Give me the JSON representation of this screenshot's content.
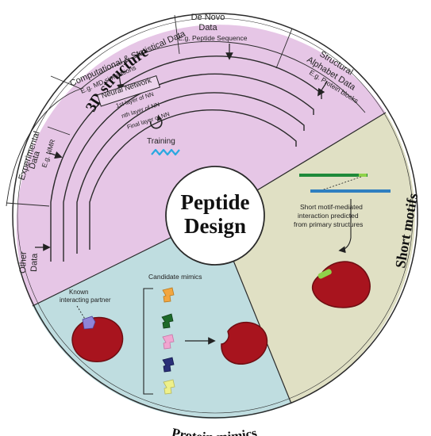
{
  "center": {
    "line1": "Peptide",
    "line2": "Design"
  },
  "sections": {
    "structure": "3D structure",
    "short_motifs": "Short motifs",
    "protein_mimics": "Protein mimics"
  },
  "structure_panels": {
    "computational": {
      "title": "Computational & Statistical Data",
      "example": "E.g. MD simulations"
    },
    "de_novo": {
      "title_line1": "De Novo",
      "title_line2": "Data",
      "example": "E.g. Peptide Sequence"
    },
    "structural_alphabet": {
      "title_line1": "Structural",
      "title_line2": "Alphabet Data",
      "example": "E.g. Protein blocks"
    },
    "experimental": {
      "title_line1": "Experimental",
      "title_line2": "Data",
      "example": "E.g. NMR"
    },
    "other": {
      "title_line1": "Other",
      "title_line2": "Data"
    }
  },
  "neural_network": {
    "box_label": "Neural Network",
    "layer_1": "1st layer of NN",
    "layer_n": "nth layer of NN",
    "layer_final": "Final layer of NN",
    "training": "Training"
  },
  "short_motifs": {
    "caption_line1": "Short motif-mediated",
    "caption_line2": "interaction predicted",
    "caption_line3": "from primary structures"
  },
  "protein_mimics": {
    "candidates_label": "Candidate mimics",
    "partner_line1": "Known",
    "partner_line2": "interacting partner"
  },
  "colors": {
    "structure_region": "#e6c6e6",
    "motifs_region": "#e0e0c4",
    "mimics_region": "#bfdde0",
    "protein_red": "#a8141e",
    "protein_dark": "#6e0d12",
    "green_peptide": "#8fd24a",
    "blue_bar": "#2f7fc0",
    "green_bar": "#1f8a3a",
    "training_wave": "#2aa8e0",
    "mimic_orange": "#f2a640",
    "mimic_dark_green": "#1d6a2a",
    "mimic_pink": "#f0a6d0",
    "mimic_navy": "#2a2f78",
    "mimic_yellow": "#eef08a",
    "partner_purple": "#8f85d8"
  },
  "icons": {
    "training": "refresh-icon",
    "connector": "arrow-icon"
  }
}
